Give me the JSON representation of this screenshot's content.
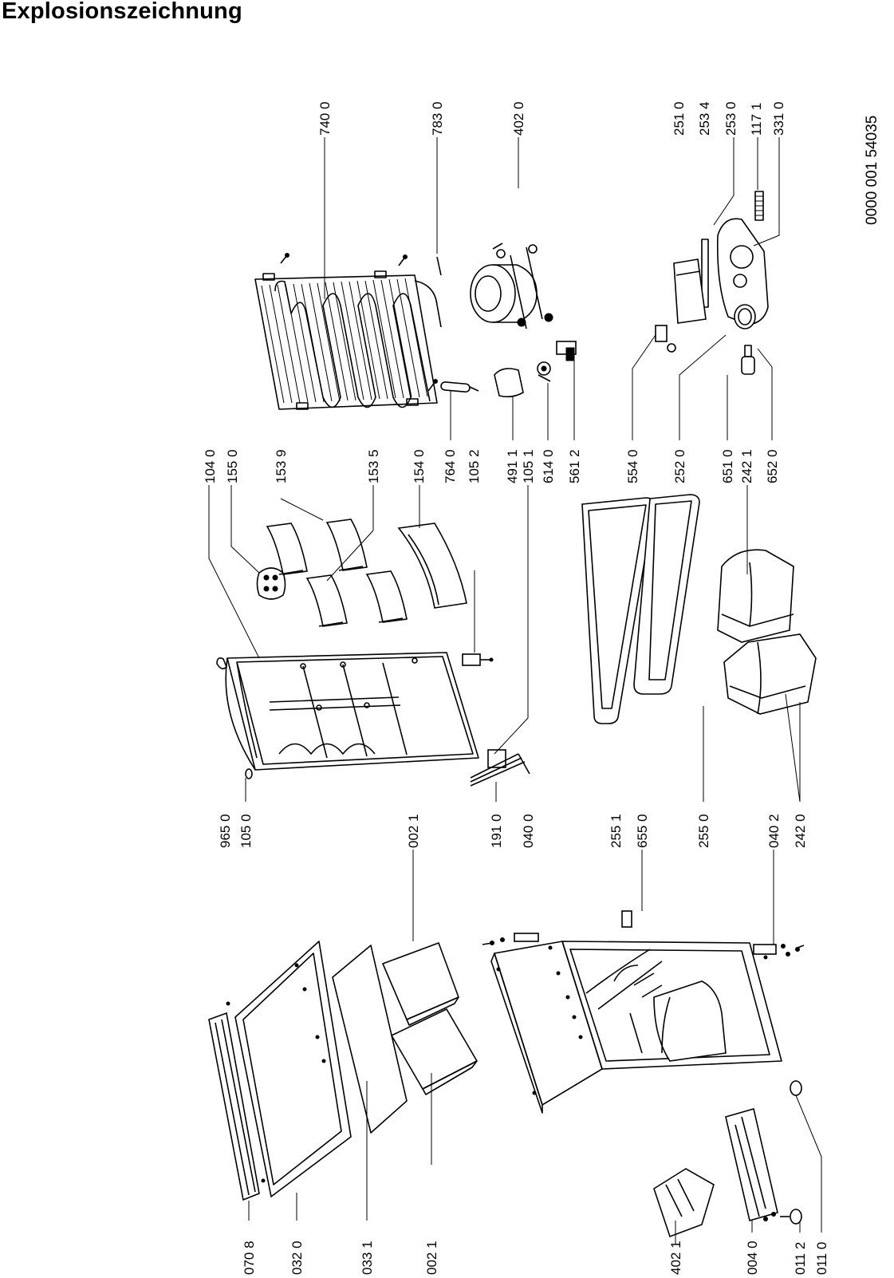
{
  "title": "Explosionszeichnung",
  "document_number": "0000 001 54035",
  "part_labels": [
    "740 0",
    "783 0",
    "402 0",
    "251 0",
    "253 4",
    "253 0",
    "117 1",
    "331 0",
    "104 0",
    "155 0",
    "153 9",
    "153 5",
    "154 0",
    "764 0",
    "105 2",
    "491 1",
    "105 1",
    "614 0",
    "561 2",
    "554 0",
    "252 0",
    "651 0",
    "242 1",
    "652 0",
    "965 0",
    "105 0",
    "002 1",
    "191 0",
    "040 0",
    "255 1",
    "655 0",
    "255 0",
    "040 2",
    "242 0",
    "070 8",
    "032 0",
    "033 1",
    "002 1",
    "402 1",
    "004 0",
    "011 2",
    "011 0"
  ]
}
